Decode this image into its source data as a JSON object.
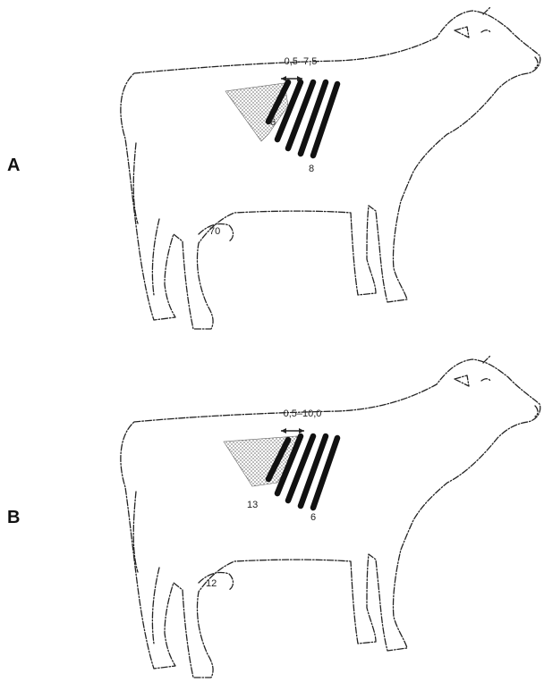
{
  "panels": [
    {
      "letter": "A",
      "spine_label": "0,5–7,5",
      "rib_label_upper": "6",
      "rib_label_lower": "8",
      "rear_label": "70"
    },
    {
      "letter": "B",
      "spine_label": "0,5–10,0",
      "rib_label_upper": "13",
      "rib_label_lower": "6",
      "rear_label": "12"
    }
  ],
  "colors": {
    "outline": "#222222",
    "stripes": "#111111",
    "stipple": "#8c8c8c"
  }
}
